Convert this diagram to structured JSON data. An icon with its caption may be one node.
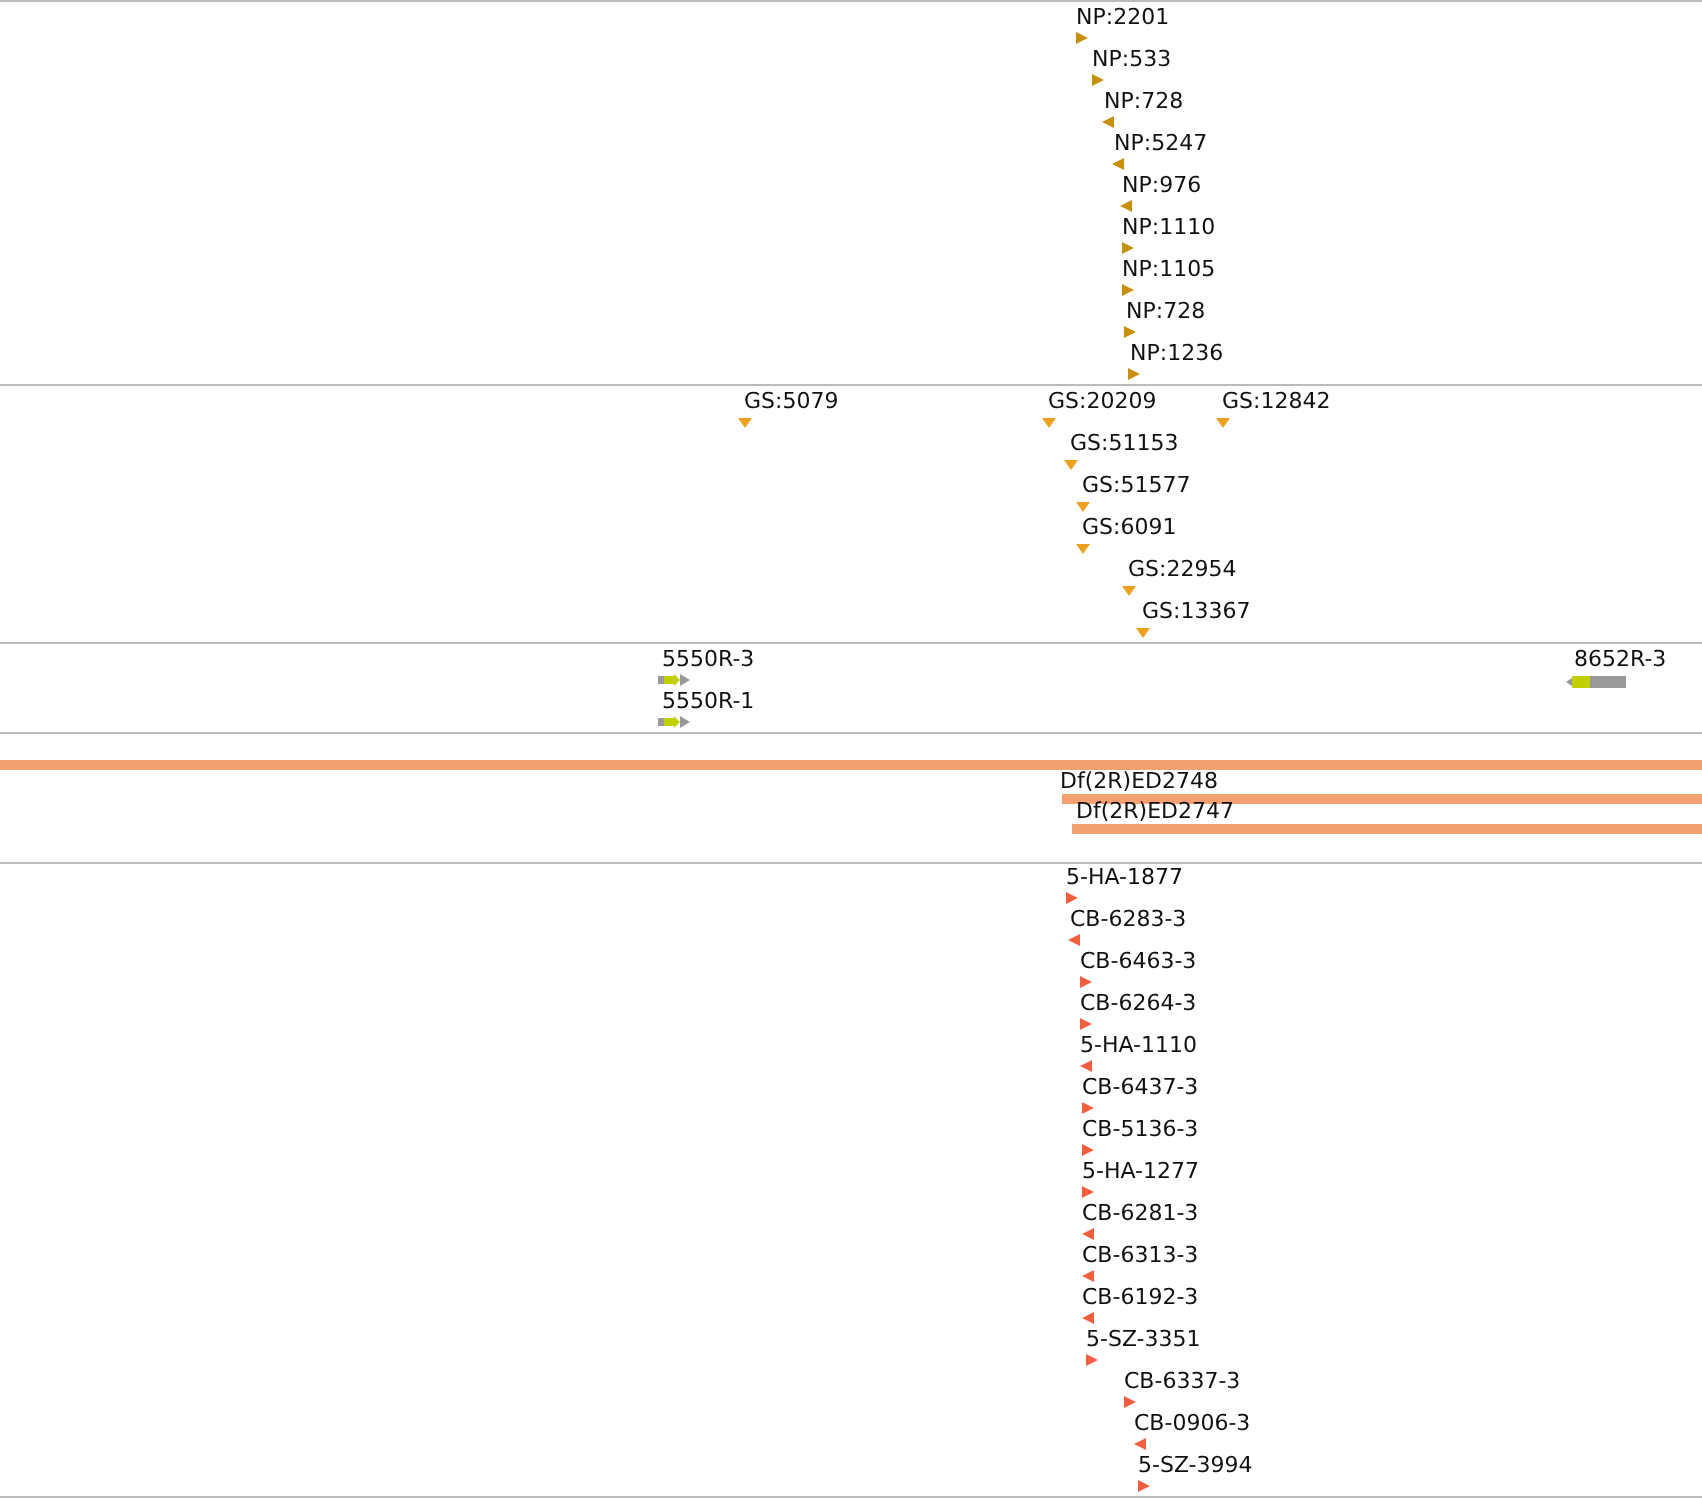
{
  "diagram": {
    "labels": [
      "NP:2201",
      "NP:533",
      "NP:728",
      "NP:5247",
      "NP:976",
      "NP:1110",
      "NP:1105",
      "NP:728",
      "NP:1236",
      "GS:5079",
      "GS:20209",
      "GS:12842",
      "GS:51153",
      "GS:51577",
      "GS:6091",
      "GS:22954",
      "GS:13367",
      "5550R-3",
      "5550R-1",
      "8652R-3",
      "Df(2R)ED2748",
      "Df(2R)ED2747",
      "5-HA-1877",
      "CB-6283-3",
      "CB-6463-3",
      "CB-6264-3",
      "5-HA-1110",
      "CB-6437-3",
      "CB-5136-3",
      "5-HA-1277",
      "CB-6281-3",
      "CB-6313-3",
      "CB-6192-3",
      "5-SZ-3351",
      "CB-6337-3",
      "CB-0906-3",
      "5-SZ-3994"
    ]
  }
}
